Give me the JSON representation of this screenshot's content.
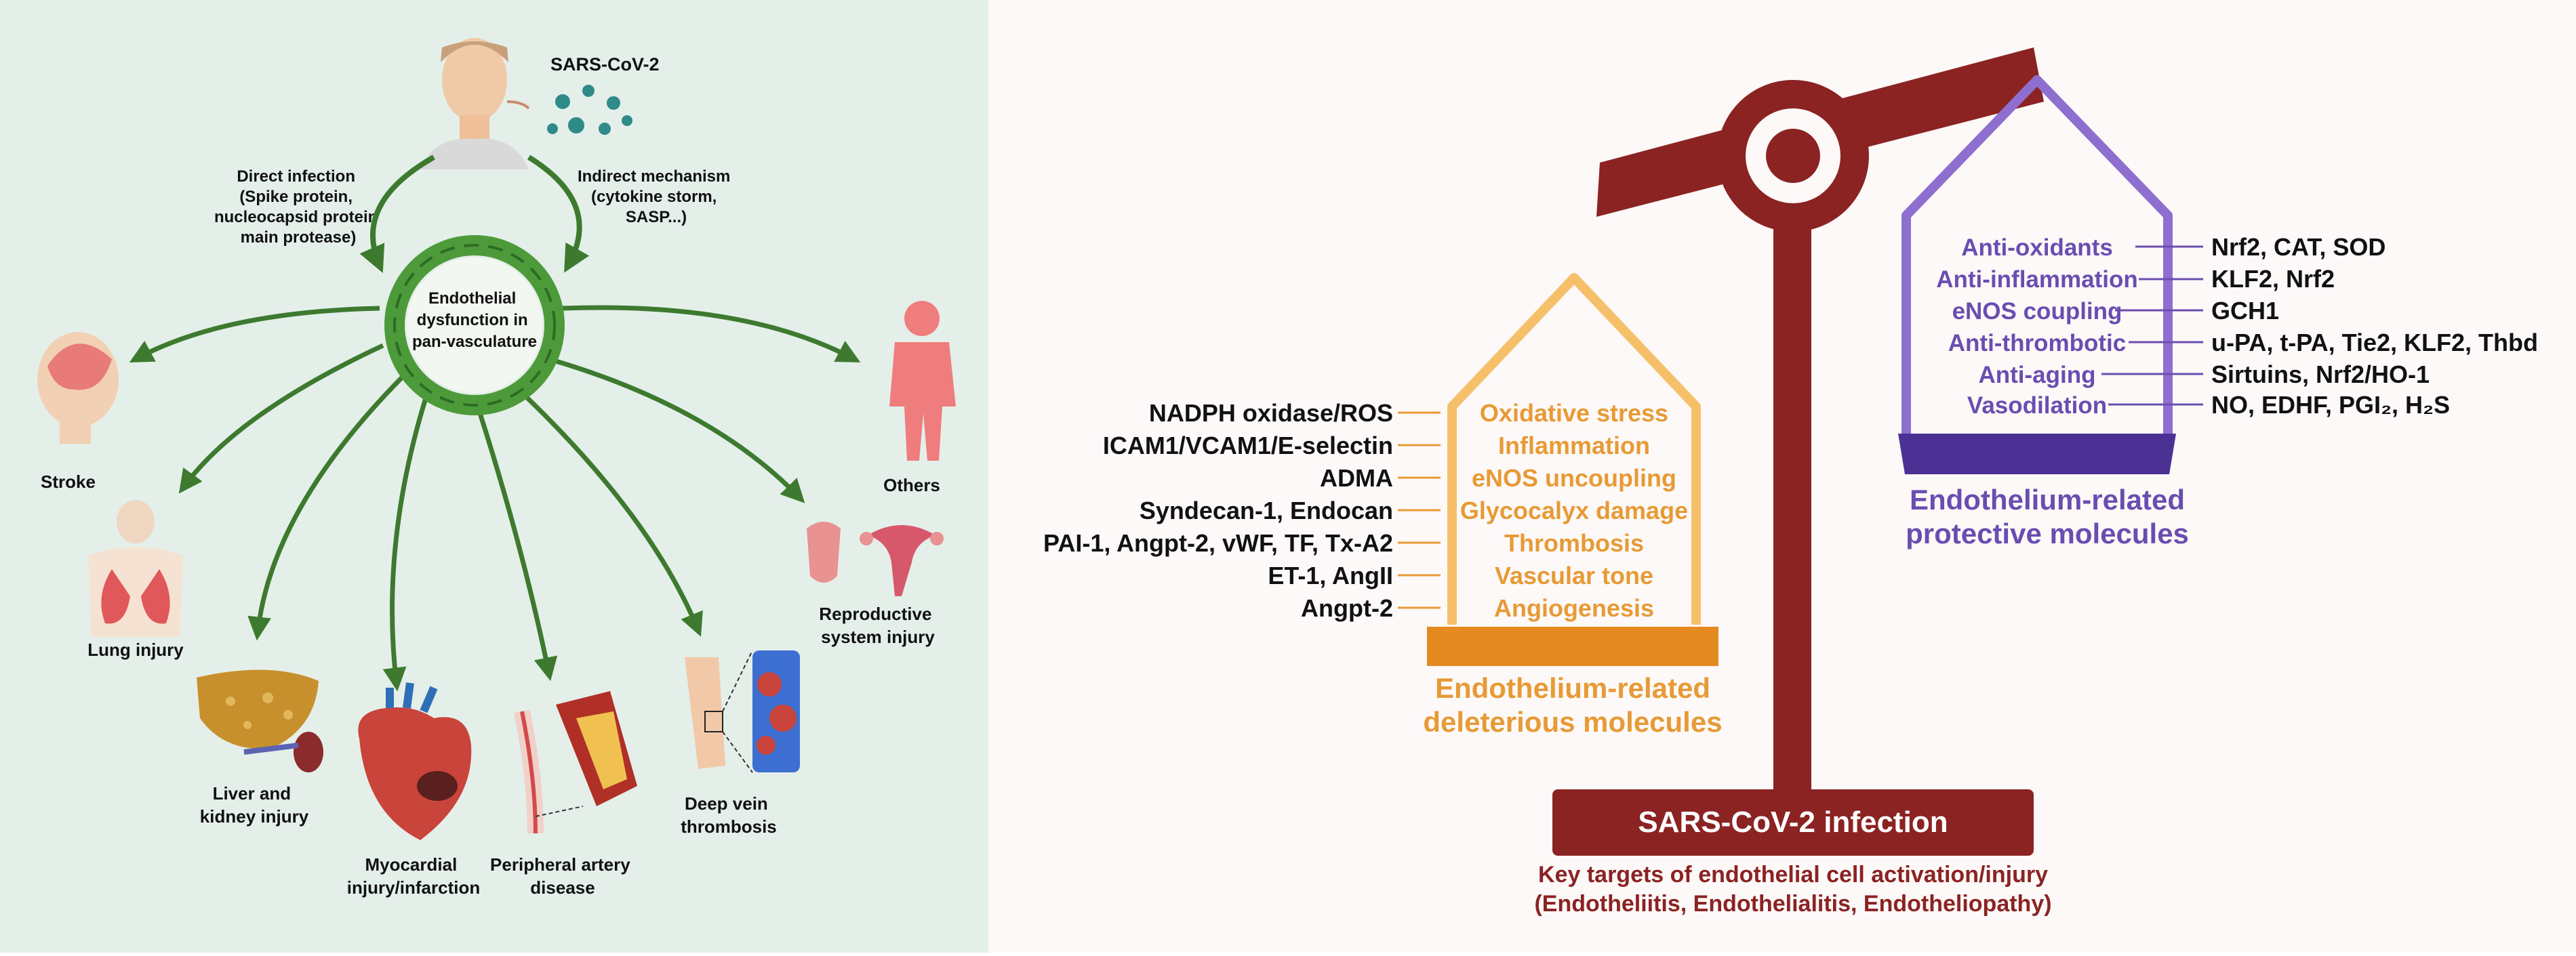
{
  "left_panel": {
    "virus": "SARS-CoV-2",
    "direct": [
      "Direct infection",
      "(Spike protein,",
      "nucleocapsid protein",
      "main protease)"
    ],
    "indirect": [
      "Indirect mechanism",
      "(cytokine storm,",
      "SASP...)"
    ],
    "center": [
      "Endothelial",
      "dysfunction in",
      "pan-vasculature"
    ],
    "outcomes": {
      "stroke": [
        "Stroke"
      ],
      "lung": [
        "Lung injury"
      ],
      "liver": [
        "Liver and",
        "kidney injury"
      ],
      "myo": [
        "Myocardial",
        "injury/infarction"
      ],
      "pad": [
        "Peripheral artery",
        "disease"
      ],
      "dvt": [
        "Deep vein",
        "thrombosis"
      ],
      "repro": [
        "Reproductive",
        "system injury"
      ],
      "others": [
        "Others"
      ]
    }
  },
  "right_panel": {
    "deleterious": {
      "molecules": [
        "NADPH oxidase/ROS",
        "ICAM1/VCAM1/E-selectin",
        "ADMA",
        "Syndecan-1, Endocan",
        "PAI-1, Angpt-2, vWF, TF, Tx-A2",
        "ET-1, AngII",
        "Angpt-2"
      ],
      "effects": [
        "Oxidative stress",
        "Inflammation",
        "eNOS uncoupling",
        "Glycocalyx damage",
        "Thrombosis",
        "Vascular tone",
        "Angiogenesis"
      ],
      "title": [
        "Endothelium-related",
        "deleterious molecules"
      ]
    },
    "protective": {
      "effects": [
        "Anti-oxidants",
        "Anti-inflammation",
        "eNOS coupling",
        "Anti-thrombotic",
        "Anti-aging",
        "Vasodilation"
      ],
      "molecules": [
        "Nrf2, CAT, SOD",
        "KLF2, Nrf2",
        "GCH1",
        "u-PA, t-PA, Tie2, KLF2, Thbd",
        "Sirtuins, Nrf2/HO-1",
        "NO, EDHF, PGI₂, H₂S"
      ],
      "title": [
        "Endothelium-related",
        "protective molecules"
      ]
    },
    "base_label": "SARS-CoV-2 infection",
    "caption": [
      "Key targets of endothelial cell activation/injury",
      "(Endotheliitis, Endothelialitis, Endotheliopathy)"
    ]
  },
  "colors": {
    "left_bg": "#e4efe9",
    "arrow": "#3d7a2f",
    "scale": "#8b2323",
    "orange": "#e89a35",
    "purple": "#6a4db0"
  }
}
